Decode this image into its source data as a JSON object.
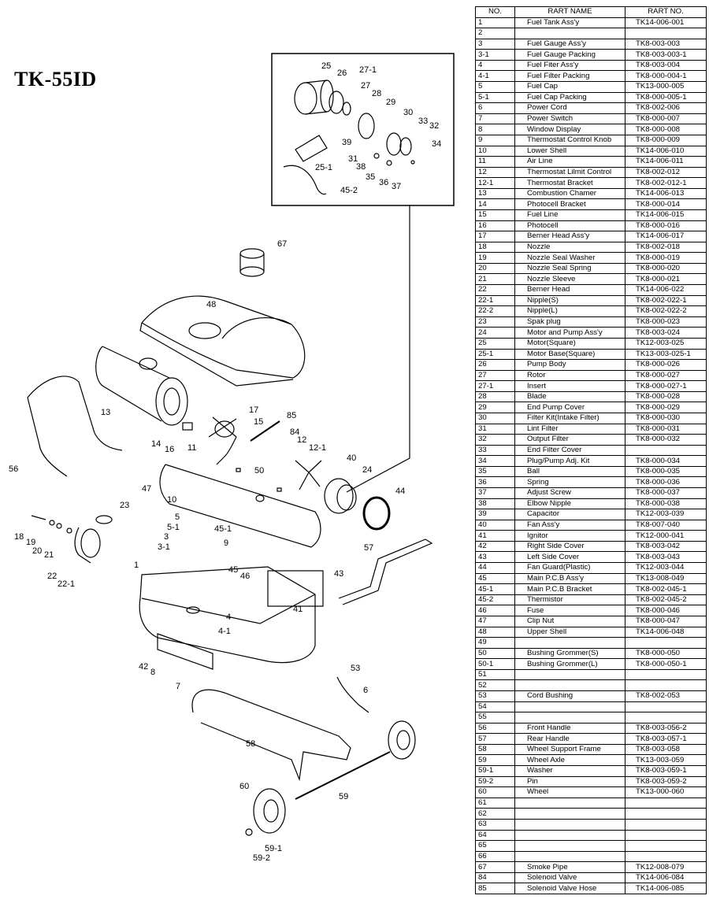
{
  "title": "TK-55ID",
  "table": {
    "headers": [
      "NO.",
      "RART NAME",
      "RART NO."
    ],
    "rows": [
      [
        "1",
        "Fuel Tank Ass'y",
        "TK14-006-001"
      ],
      [
        "2",
        "",
        ""
      ],
      [
        "3",
        "Fuel Gauge Ass'y",
        "TK8-003-003"
      ],
      [
        "3-1",
        "Fuel Gauge Packing",
        "TK8-003-003-1"
      ],
      [
        "4",
        "Fuel Fiter Ass'y",
        "TK8-003-004"
      ],
      [
        "4-1",
        "Fuel Filter Packing",
        "TK8-000-004-1"
      ],
      [
        "5",
        "Fuel Cap",
        "TK13-000-005"
      ],
      [
        "5-1",
        "Fuel Cap Packing",
        "TK8-000-005-1"
      ],
      [
        "6",
        "Power Cord",
        "TK8-002-006"
      ],
      [
        "7",
        "Power Switch",
        "TK8-000-007"
      ],
      [
        "8",
        "Window Display",
        "TK8-000-008"
      ],
      [
        "9",
        "Thermostat Control Knob",
        "TK8-000-009"
      ],
      [
        "10",
        "Lower Shell",
        "TK14-006-010"
      ],
      [
        "11",
        "Air Line",
        "TK14-006-011"
      ],
      [
        "12",
        "Thermostat Lilmit Control",
        "TK8-002-012"
      ],
      [
        "12-1",
        "Thermostat Bracket",
        "TK8-002-012-1"
      ],
      [
        "13",
        "Combustion Chamer",
        "TK14-006-013"
      ],
      [
        "14",
        "Photocell Bracket",
        "TK8-000-014"
      ],
      [
        "15",
        "Fuel Line",
        "TK14-006-015"
      ],
      [
        "16",
        "Photocell",
        "TK8-000-016"
      ],
      [
        "17",
        "Berner Head Ass'y",
        "TK14-006-017"
      ],
      [
        "18",
        "Nozzle",
        "TK8-002-018"
      ],
      [
        "19",
        "Nozzle Seal Washer",
        "TK8-000-019"
      ],
      [
        "20",
        "Nozzle Seal Spring",
        "TK8-000-020"
      ],
      [
        "21",
        "Nozzle Sleeve",
        "TK8-000-021"
      ],
      [
        "22",
        "Berner Head",
        "TK14-006-022"
      ],
      [
        "22-1",
        "Nipple(S)",
        "TK8-002-022-1"
      ],
      [
        "22-2",
        "Nipple(L)",
        "TK8-002-022-2"
      ],
      [
        "23",
        "Spak plug",
        "TK8-000-023"
      ],
      [
        "24",
        "Motor and Pump Ass'y",
        "TK8-003-024"
      ],
      [
        "25",
        "Motor(Square)",
        "TK12-003-025"
      ],
      [
        "25-1",
        "Motor Base(Square)",
        "TK13-003-025-1"
      ],
      [
        "26",
        "Pump Body",
        "TK8-000-026"
      ],
      [
        "27",
        "Rotor",
        "TK8-000-027"
      ],
      [
        "27-1",
        "Insert",
        "TK8-000-027-1"
      ],
      [
        "28",
        "Blade",
        "TK8-000-028"
      ],
      [
        "29",
        "End Pump Cover",
        "TK8-000-029"
      ],
      [
        "30",
        "Filter Kit(Intake Filter)",
        "TK8-000-030"
      ],
      [
        "31",
        "Lint Filter",
        "TK8-000-031"
      ],
      [
        "32",
        "Output Filter",
        "TK8-000-032"
      ],
      [
        "33",
        "End Filter Cover",
        ""
      ],
      [
        "34",
        "Plug/Pump Adj. Kit",
        "TK8-000-034"
      ],
      [
        "35",
        "Ball",
        "TK8-000-035"
      ],
      [
        "36",
        "Spring",
        "TK8-000-036"
      ],
      [
        "37",
        "Adjust Screw",
        "TK8-000-037"
      ],
      [
        "38",
        "Elbow Nipple",
        "TK8-000-038"
      ],
      [
        "39",
        "Capacitor",
        "TK12-003-039"
      ],
      [
        "40",
        "Fan Ass'y",
        "TK8-007-040"
      ],
      [
        "41",
        "Ignitor",
        "TK12-000-041"
      ],
      [
        "42",
        "Right Side Cover",
        "TK8-003-042"
      ],
      [
        "43",
        "Left Side Cover",
        "TK8-003-043"
      ],
      [
        "44",
        "Fan Guard(Plastic)",
        "TK12-003-044"
      ],
      [
        "45",
        "Main P.C.B Ass'y",
        "TK13-008-049"
      ],
      [
        "45-1",
        "Main P.C.B Bracket",
        "TK8-002-045-1"
      ],
      [
        "45-2",
        "Thermistor",
        "TK8-002-045-2"
      ],
      [
        "46",
        "Fuse",
        "TK8-000-046"
      ],
      [
        "47",
        "Clip Nut",
        "TK8-000-047"
      ],
      [
        "48",
        "Upper Shell",
        "TK14-006-048"
      ],
      [
        "49",
        "",
        ""
      ],
      [
        "50",
        "Bushing Grommer(S)",
        "TK8-000-050"
      ],
      [
        "50-1",
        "Bushing Grommer(L)",
        "TK8-000-050-1"
      ],
      [
        "51",
        "",
        ""
      ],
      [
        "52",
        "",
        ""
      ],
      [
        "53",
        "Cord Bushing",
        "TK8-002-053"
      ],
      [
        "54",
        "",
        ""
      ],
      [
        "55",
        "",
        ""
      ],
      [
        "56",
        "Front Handle",
        "TK8-003-056-2"
      ],
      [
        "57",
        "Rear Handle",
        "TK8-003-057-1"
      ],
      [
        "58",
        "Wheel Support Frame",
        "TK8-003-058"
      ],
      [
        "59",
        "Wheel Axle",
        "TK13-003-059"
      ],
      [
        "59-1",
        "Washer",
        "TK8-003-059-1"
      ],
      [
        "59-2",
        "Pin",
        "TK8-003-059-2"
      ],
      [
        "60",
        "Wheel",
        "TK13-000-060"
      ],
      [
        "61",
        "",
        ""
      ],
      [
        "62",
        "",
        ""
      ],
      [
        "63",
        "",
        ""
      ],
      [
        "64",
        "",
        ""
      ],
      [
        "65",
        "",
        ""
      ],
      [
        "66",
        "",
        ""
      ],
      [
        "67",
        "Smoke Pipe",
        "TK12-008-079"
      ],
      [
        "84",
        "Solenoid Valve",
        "TK14-006-084"
      ],
      [
        "85",
        "Solenoid Valve Hose",
        "TK14-006-085"
      ]
    ]
  },
  "callouts": [
    "25",
    "26",
    "27-1",
    "27",
    "28",
    "29",
    "30",
    "33",
    "32",
    "34",
    "39",
    "31",
    "38",
    "35",
    "36",
    "37",
    "25-1",
    "45-2",
    "67",
    "48",
    "13",
    "17",
    "15",
    "85",
    "84",
    "14",
    "16",
    "11",
    "12",
    "12-1",
    "40",
    "24",
    "44",
    "56",
    "47",
    "50",
    "10",
    "23",
    "18",
    "19",
    "20",
    "21",
    "22",
    "22-1",
    "5",
    "5-1",
    "3",
    "3-1",
    "45-1",
    "9",
    "45",
    "46",
    "1",
    "43",
    "57",
    "41",
    "4",
    "4-1",
    "42",
    "8",
    "7",
    "53",
    "6",
    "58",
    "59",
    "60",
    "59-1",
    "59-2"
  ]
}
